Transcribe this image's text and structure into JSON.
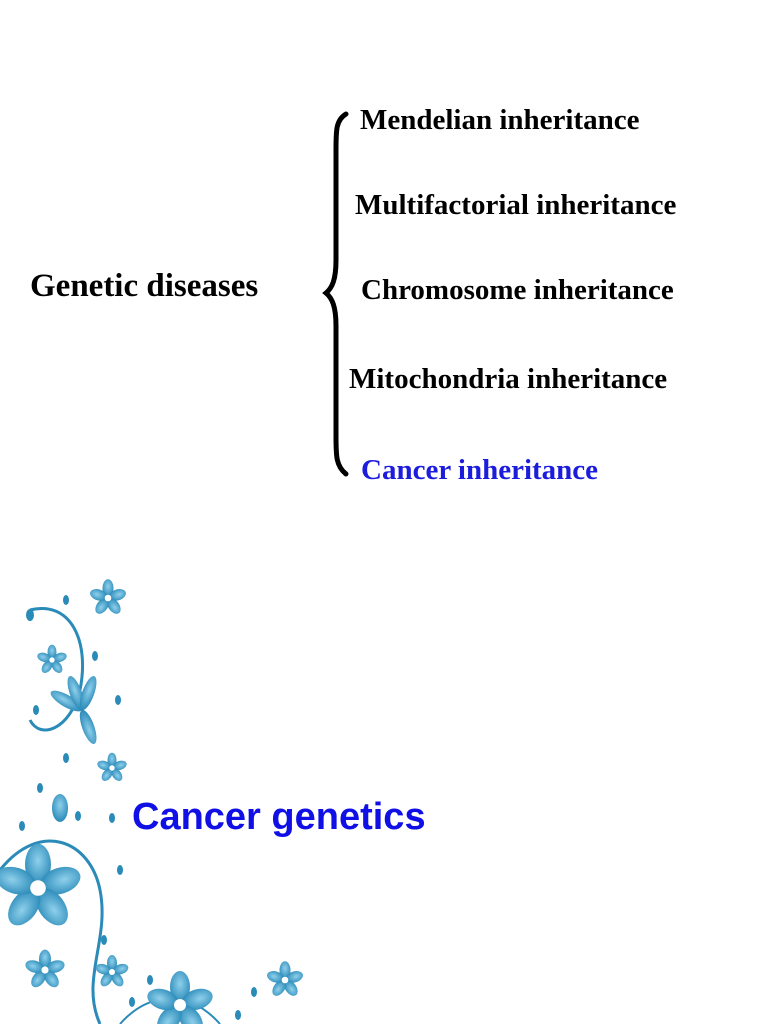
{
  "slide1": {
    "root": "Genetic diseases",
    "branches": [
      "Mendelian inheritance",
      "Multifactorial inheritance",
      "Chromosome  inheritance",
      "Mitochondria inheritance",
      "Cancer inheritance"
    ],
    "highlight_color": "#1c1cdc"
  },
  "slide2": {
    "title": "Cancer genetics",
    "title_color": "#1010e6",
    "decoration_color": "#2a8ab8"
  }
}
